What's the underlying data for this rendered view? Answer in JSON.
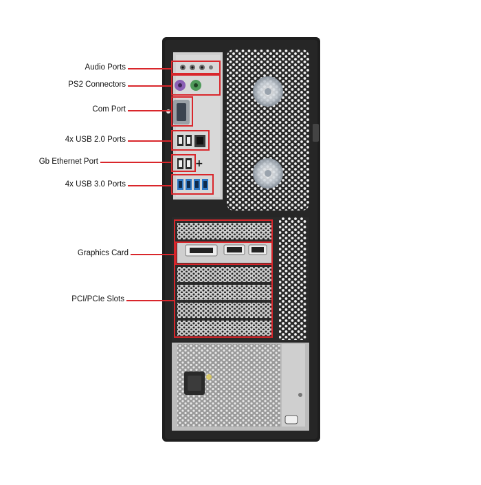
{
  "labels": {
    "audio_ports": "Audio Ports",
    "ps2_connectors": "PS2 Connectors",
    "com_port": "Com Port",
    "usb2_ports": "4x USB 2.0 Ports",
    "gb_ethernet_port": "Gb Ethernet Port",
    "usb3_ports": "4x USB 3.0 Ports",
    "graphics_card": "Graphics Card",
    "pci_pcie_slots": "PCI/PCIe Slots"
  },
  "colors": {
    "callout": "#d9262b",
    "chassis": "#1e1e1e",
    "panel": "#c9c9c9",
    "port_blue": "#2f78c4",
    "port_purple": "#8b5fb5",
    "port_green": "#4f9a5a"
  }
}
